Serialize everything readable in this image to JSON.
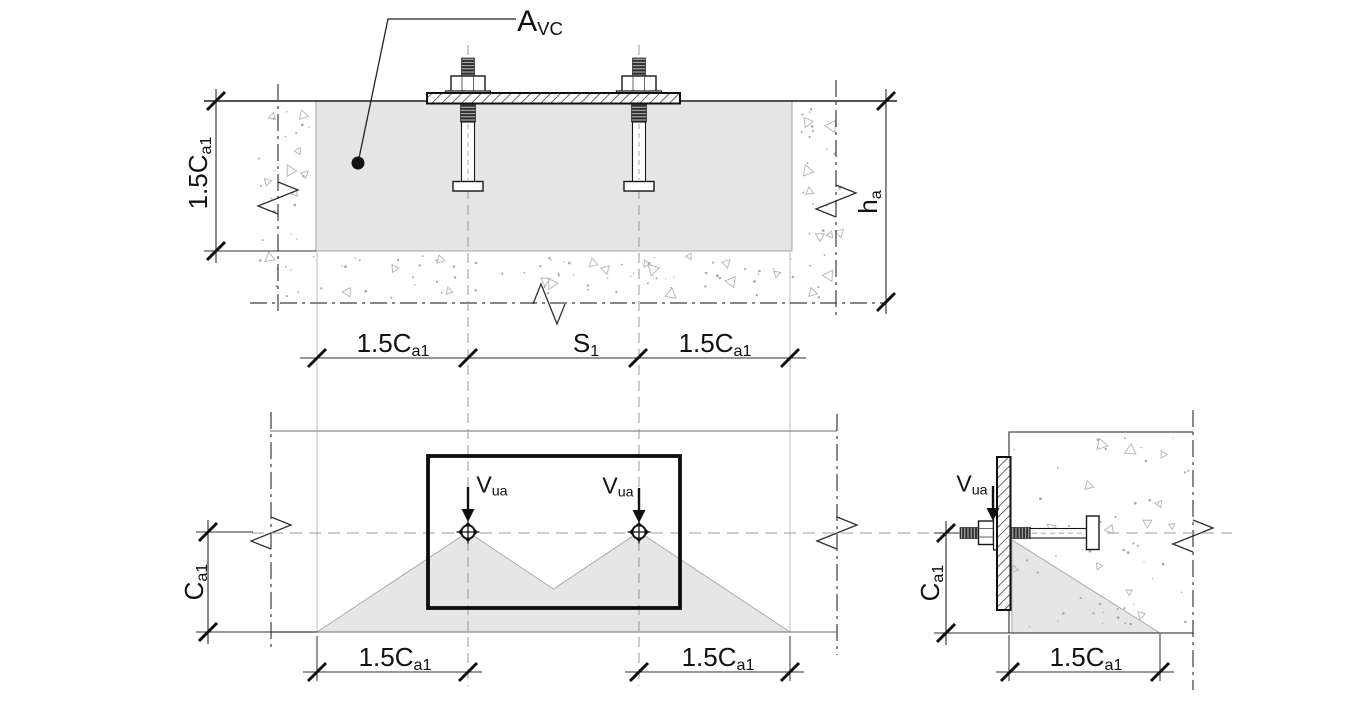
{
  "labels": {
    "avc": {
      "main": "A",
      "sub": "VC"
    },
    "elev_left_dim": {
      "main": "1.5C",
      "sub": "a1"
    },
    "elev_height_dim": {
      "main": "h",
      "sub": "a"
    },
    "elev_bottom_left": {
      "main": "1.5C",
      "sub": "a1"
    },
    "elev_spacing": {
      "main": "S",
      "sub": "1"
    },
    "elev_bottom_right": {
      "main": "1.5C",
      "sub": "a1"
    },
    "plan_force_left": {
      "main": "V",
      "sub": "ua"
    },
    "plan_force_right": {
      "main": "V",
      "sub": "ua"
    },
    "plan_edge_dist": {
      "main": "C",
      "sub": "a1"
    },
    "plan_bottom_left": {
      "main": "1.5C",
      "sub": "a1"
    },
    "plan_bottom_right": {
      "main": "1.5C",
      "sub": "a1"
    },
    "section_force": {
      "main": "V",
      "sub": "ua"
    },
    "section_edge_dist": {
      "main": "C",
      "sub": "a1"
    },
    "section_bottom": {
      "main": "1.5C",
      "sub": "a1"
    }
  },
  "colors": {
    "background": "#ffffff",
    "shaded_area": "#e5e5e5",
    "steel_dark": "#111111",
    "main_line": "#1c1c1c",
    "gray_line": "#8a8a8a",
    "centerline": "#9a9a9a",
    "projection_line": "#bdbdbd",
    "stipple": "#b9b9b9"
  }
}
